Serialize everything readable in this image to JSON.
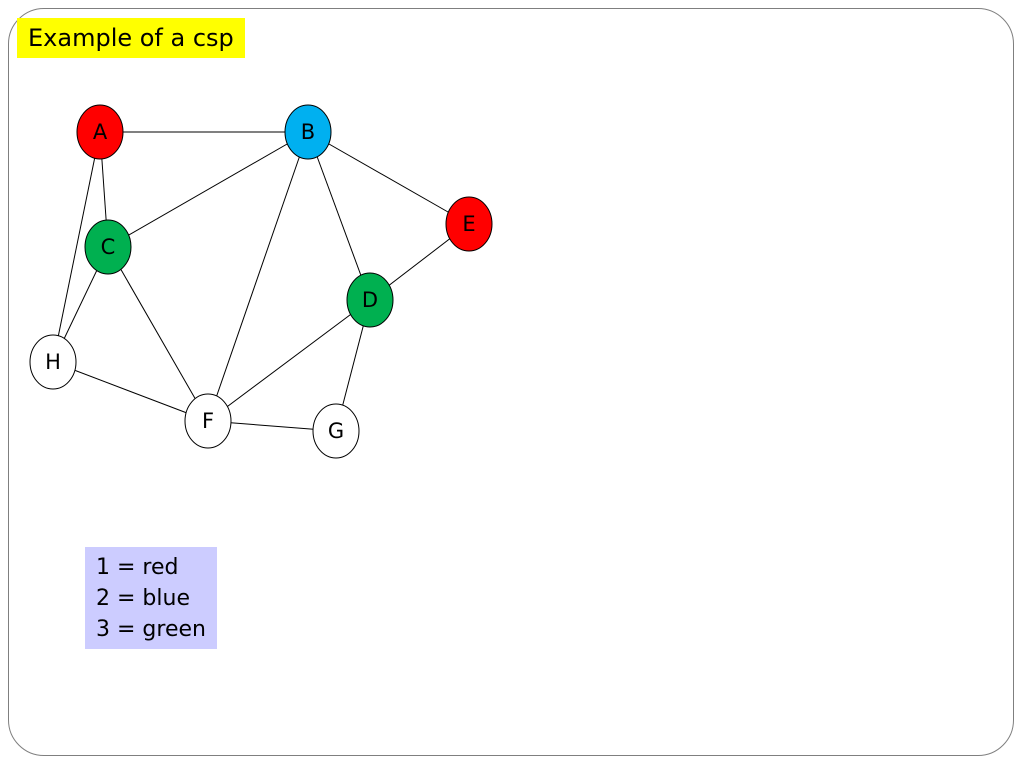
{
  "title": "Example of a csp",
  "legend": {
    "lines": [
      "1 = red",
      "2 = blue",
      "3 = green"
    ]
  },
  "colors": {
    "red": "#ff0000",
    "blue": "#00b0f0",
    "green": "#00b050",
    "white": "#ffffff",
    "title_bg": "#ffff00",
    "legend_bg": "#ccccff"
  },
  "graph": {
    "nodes": [
      {
        "id": "A",
        "label": "A",
        "color": "red"
      },
      {
        "id": "B",
        "label": "B",
        "color": "blue"
      },
      {
        "id": "C",
        "label": "C",
        "color": "green"
      },
      {
        "id": "D",
        "label": "D",
        "color": "green"
      },
      {
        "id": "E",
        "label": "E",
        "color": "red"
      },
      {
        "id": "F",
        "label": "F",
        "color": "white"
      },
      {
        "id": "G",
        "label": "G",
        "color": "white"
      },
      {
        "id": "H",
        "label": "H",
        "color": "white"
      }
    ],
    "edges": [
      [
        "A",
        "B"
      ],
      [
        "A",
        "C"
      ],
      [
        "A",
        "H"
      ],
      [
        "B",
        "C"
      ],
      [
        "B",
        "F"
      ],
      [
        "B",
        "D"
      ],
      [
        "B",
        "E"
      ],
      [
        "C",
        "H"
      ],
      [
        "C",
        "F"
      ],
      [
        "D",
        "E"
      ],
      [
        "D",
        "F"
      ],
      [
        "D",
        "G"
      ],
      [
        "H",
        "F"
      ],
      [
        "F",
        "G"
      ]
    ]
  }
}
